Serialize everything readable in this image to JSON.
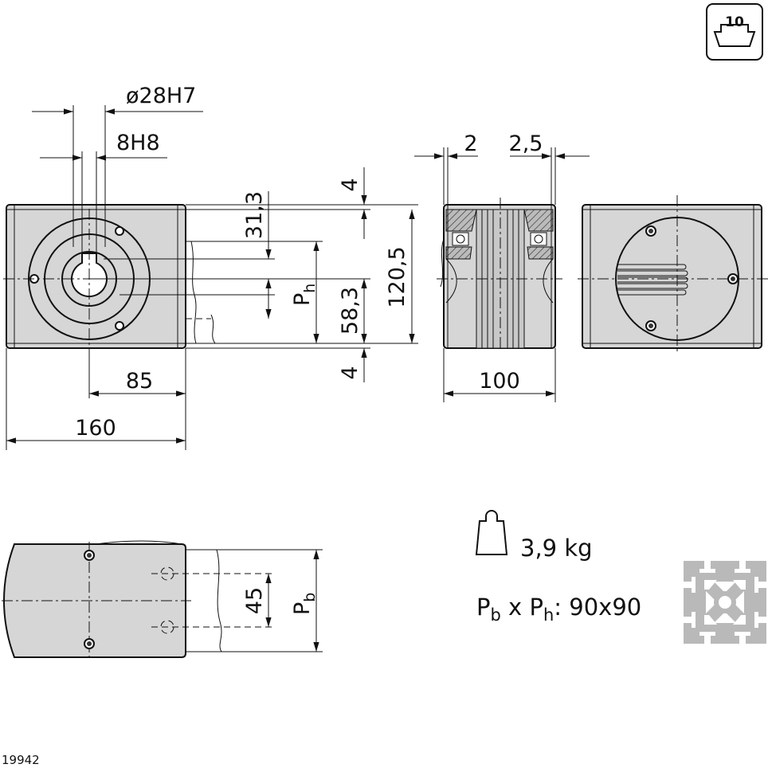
{
  "badge": {
    "number": "10"
  },
  "dimensions": {
    "bore": "ø28H7",
    "keyway": "8H8",
    "offset_top": "4",
    "offset_bottom": "4",
    "center_from_top": "31,3",
    "profile_height_label": "P",
    "profile_height_sub": "h",
    "center_from_bottom": "58,3",
    "overall_height": "120,5",
    "shaft_to_edge": "85",
    "overall_length": "160",
    "side_gap_left": "2",
    "side_gap_right": "2,5",
    "depth": "100",
    "hole_spacing": "45",
    "profile_width_label": "P",
    "profile_width_sub": "b"
  },
  "specs": {
    "weight": "3,9 kg",
    "profile_size_prefix_p": "P",
    "profile_size_sub_b": "b",
    "profile_size_x": " x ",
    "profile_size_prefix_p2": "P",
    "profile_size_sub_h": "h",
    "profile_size_value": ": 90x90"
  },
  "drawing_number": "19942",
  "icons": [
    "weight-icon",
    "aluminium-profile-icon",
    "mounting-badge-icon"
  ]
}
